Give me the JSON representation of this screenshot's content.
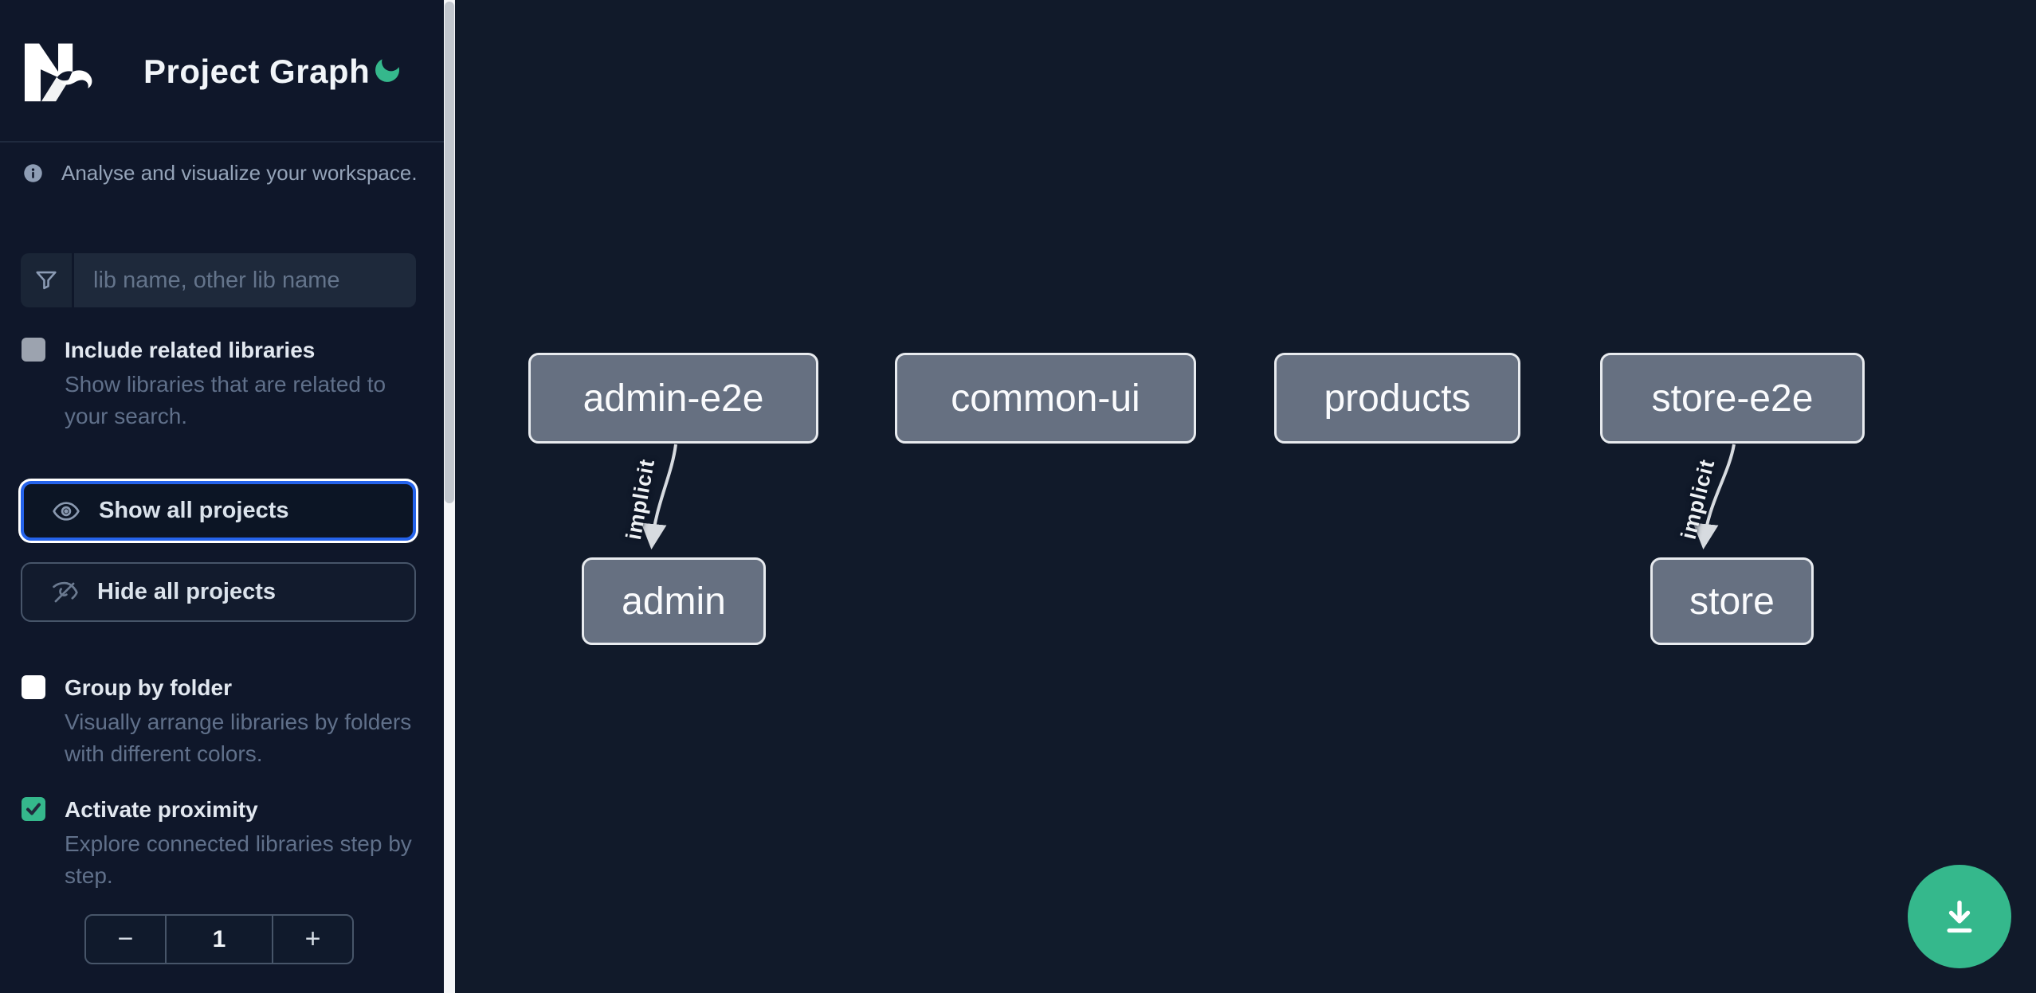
{
  "app": {
    "title": "Project Graph"
  },
  "sidebar": {
    "tagline": "Analyse and visualize your workspace.",
    "search": {
      "placeholder": "lib name, other lib name"
    },
    "toggles": [
      {
        "label": "Include related libraries",
        "description": "Show libraries that are related to your search.",
        "checked": false
      },
      {
        "label": "Group by folder",
        "description": "Visually arrange libraries by folders with different colors.",
        "checked": false
      },
      {
        "label": "Activate proximity",
        "description": "Explore connected libraries step by step.",
        "checked": true
      }
    ],
    "actions": [
      {
        "label": "Show all projects",
        "icon": "eye-icon",
        "focused": true
      },
      {
        "label": "Hide all projects",
        "icon": "eye-slash-icon",
        "focused": false
      }
    ],
    "stepper": {
      "decrement": "−",
      "value": "1",
      "increment": "+"
    }
  },
  "graph": {
    "nodes": [
      {
        "label": "admin-e2e"
      },
      {
        "label": "common-ui"
      },
      {
        "label": "products"
      },
      {
        "label": "store-e2e"
      },
      {
        "label": "admin"
      },
      {
        "label": "store"
      }
    ],
    "edges": [
      {
        "from": "admin-e2e",
        "to": "admin",
        "label": "implicit"
      },
      {
        "from": "store-e2e",
        "to": "store",
        "label": "implicit"
      }
    ]
  },
  "fab": {
    "icon": "download-icon"
  },
  "colors": {
    "accent": "#35b88c",
    "focus_ring": "#2563eb",
    "sidebar_bg": "#0f172a",
    "canvas_bg": "#111a2a",
    "node_fill": "#667081",
    "node_border": "#e8ebef",
    "edge": "#d7dbe0"
  }
}
